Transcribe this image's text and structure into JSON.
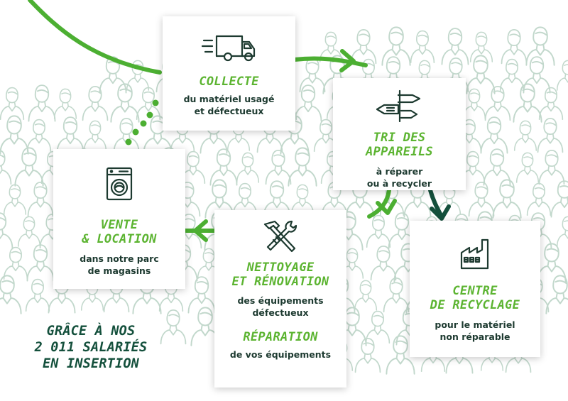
{
  "colors": {
    "green": "#5cb431",
    "dark_green": "#14503c",
    "text_dark": "#1d3a30",
    "people": "#c2d8cc"
  },
  "cards": {
    "collecte": {
      "icon": "truck-icon",
      "title": "COLLECTE",
      "desc1": "du matériel usagé",
      "desc2": "et défectueux"
    },
    "tri": {
      "icon": "signpost-icon",
      "title1": "TRI DES",
      "title2": "APPAREILS",
      "desc1": "à réparer",
      "desc2": "ou à recycler"
    },
    "vente": {
      "icon": "washing-machine-icon",
      "title1": "VENTE",
      "title2": "& LOCATION",
      "desc1": "dans notre parc",
      "desc2": "de magasins"
    },
    "nettoyage": {
      "icon": "tools-icon",
      "title1": "NETTOYAGE",
      "title2": "ET RÉNOVATION",
      "desc1": "des équipements",
      "desc2": "défectueux",
      "title3": "RÉPARATION",
      "desc3": "de vos équipements"
    },
    "recyclage": {
      "icon": "factory-icon",
      "title1": "CENTRE",
      "title2": "DE RECYCLAGE",
      "desc1": "pour le matériel",
      "desc2": "non réparable"
    }
  },
  "slogan": {
    "line1": "GRÂCE À NOS",
    "line2": "2 011 SALARIÉS",
    "line3": "EN INSERTION"
  }
}
